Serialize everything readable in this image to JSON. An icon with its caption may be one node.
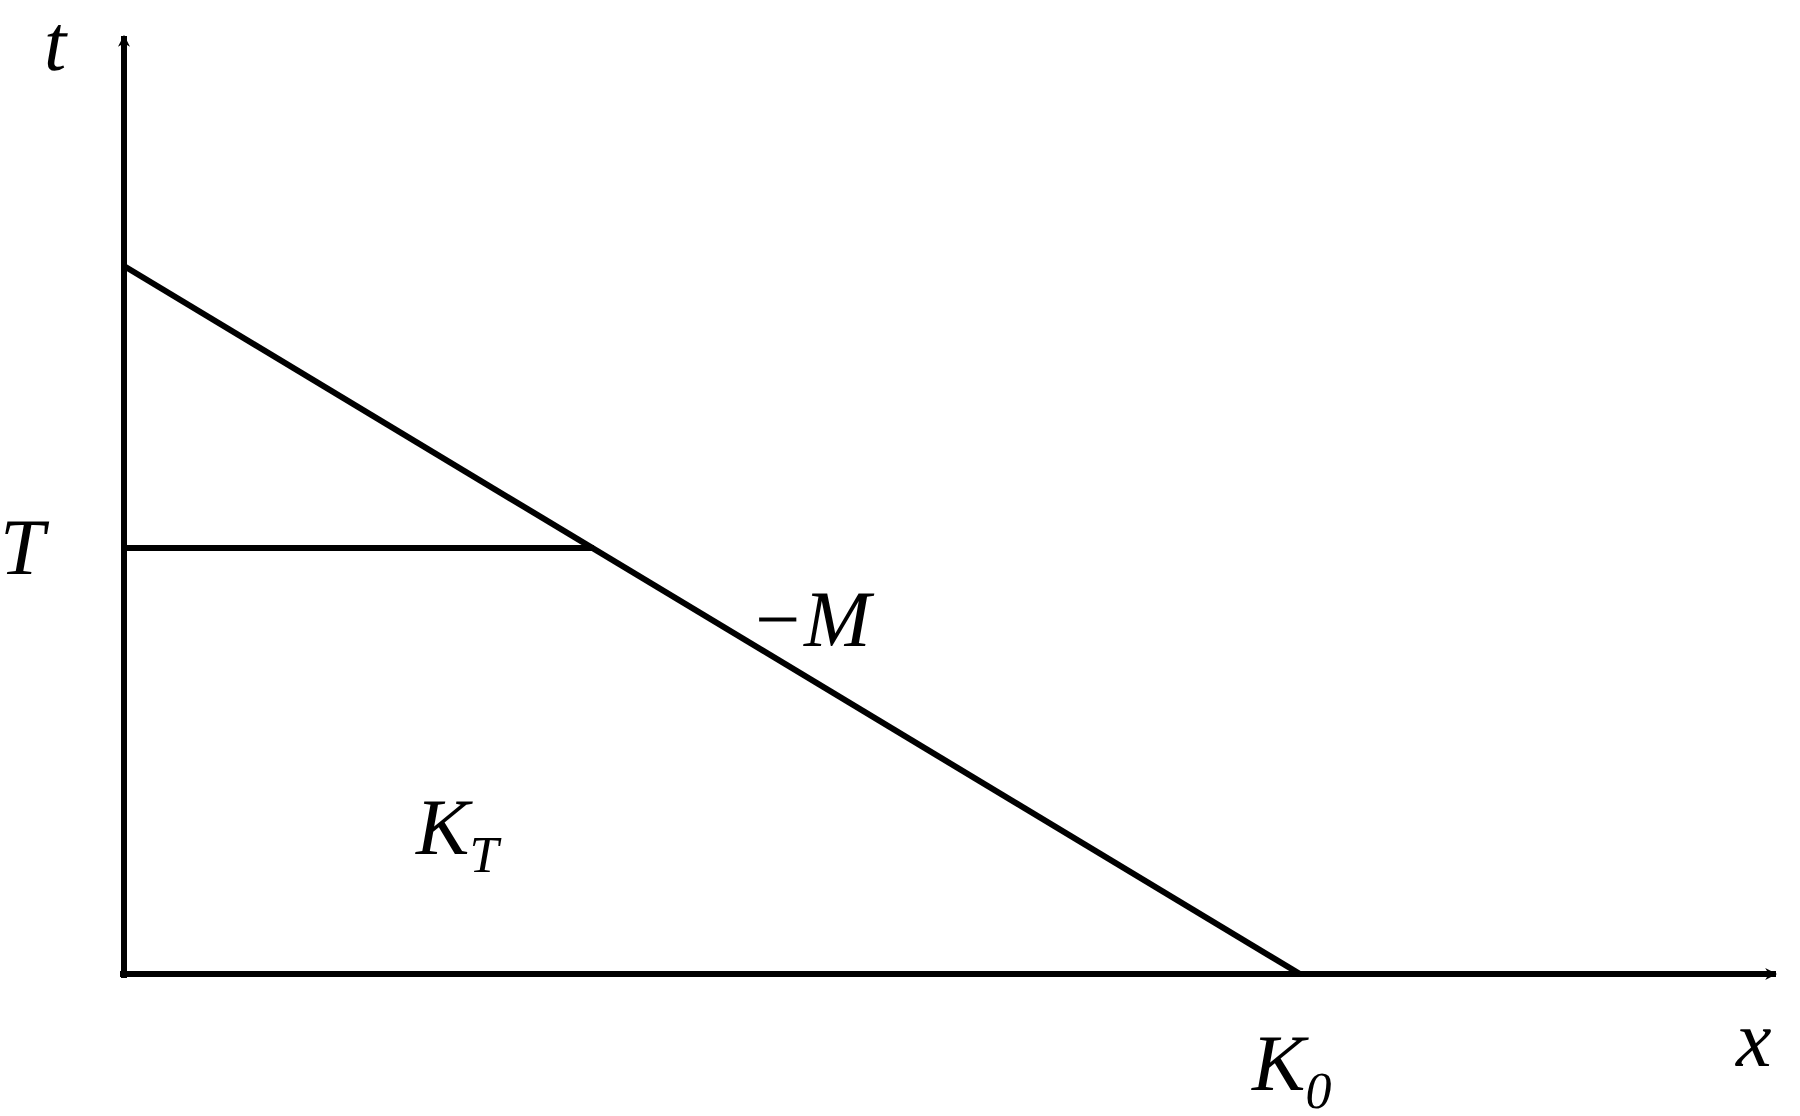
{
  "diagram": {
    "labels": [
      "t",
      "T",
      "−M",
      "K$_{T}$",
      "x",
      "K$_{0}$"
    ]
  }
}
